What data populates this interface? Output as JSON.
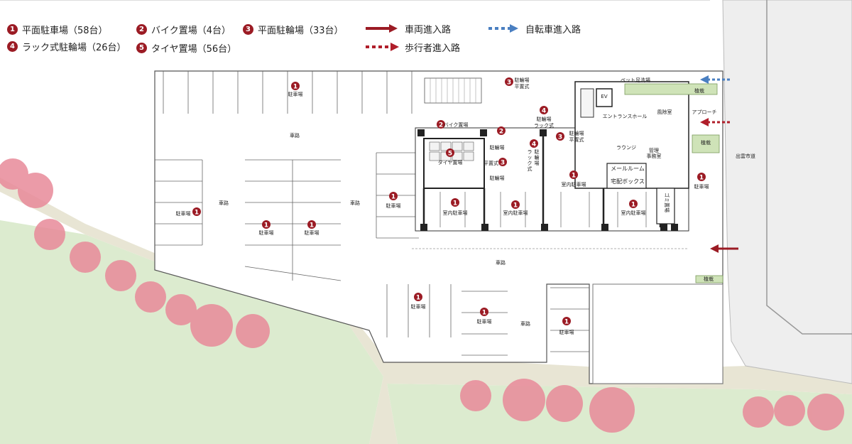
{
  "legend": {
    "items": [
      {
        "num": "1",
        "label": "平面駐車場（58台）"
      },
      {
        "num": "2",
        "label": "バイク置場（4台）"
      },
      {
        "num": "3",
        "label": "平面駐輪場（33台）"
      },
      {
        "num": "4",
        "label": "ラック式駐輪場（26台）"
      },
      {
        "num": "5",
        "label": "タイヤ置場（56台）"
      }
    ],
    "vehicle_route": "車両進入路",
    "bicycle_route": "自転車進入路",
    "pedestrian_route": "歩行者進入路"
  },
  "colors": {
    "accent": "#9b1b24",
    "vehicle_arrow": "#9b1b24",
    "bicycle_arrow": "#4a7fc1",
    "pedestrian_arrow": "#b01e2a",
    "planting": "#d7e7c5",
    "road": "#e6e3d3",
    "tree": "#e88a9a"
  },
  "map": {
    "parking": "駐車場",
    "indoor_parking": "室内駐車場",
    "road": "車路",
    "pet_wash": "ペット足洗場",
    "planting": "植栽",
    "bike_flat": [
      "駐輪場",
      "平置式"
    ],
    "bike_rack": [
      "駐輪場",
      "ラック式"
    ],
    "motorbike": "バイク置場",
    "tire": "タイヤ置場",
    "flat_type": "平置式",
    "bike_area": "駐輪場",
    "rack_vertical": [
      "ラ",
      "ッ",
      "ク",
      "式"
    ],
    "bike_vertical": [
      "駐",
      "輪",
      "場"
    ],
    "entrance_hall": "エントランスホール",
    "wind_room": "風除室",
    "approach": "アプローチ",
    "ev": "EV",
    "lounge": "ラウンジ",
    "admin_room": [
      "管理",
      "事務室"
    ],
    "mail_room": "メールルーム",
    "delivery_box": "宅配ボックス",
    "trash": "ゴミ置場",
    "road_side": "出雲市道"
  }
}
